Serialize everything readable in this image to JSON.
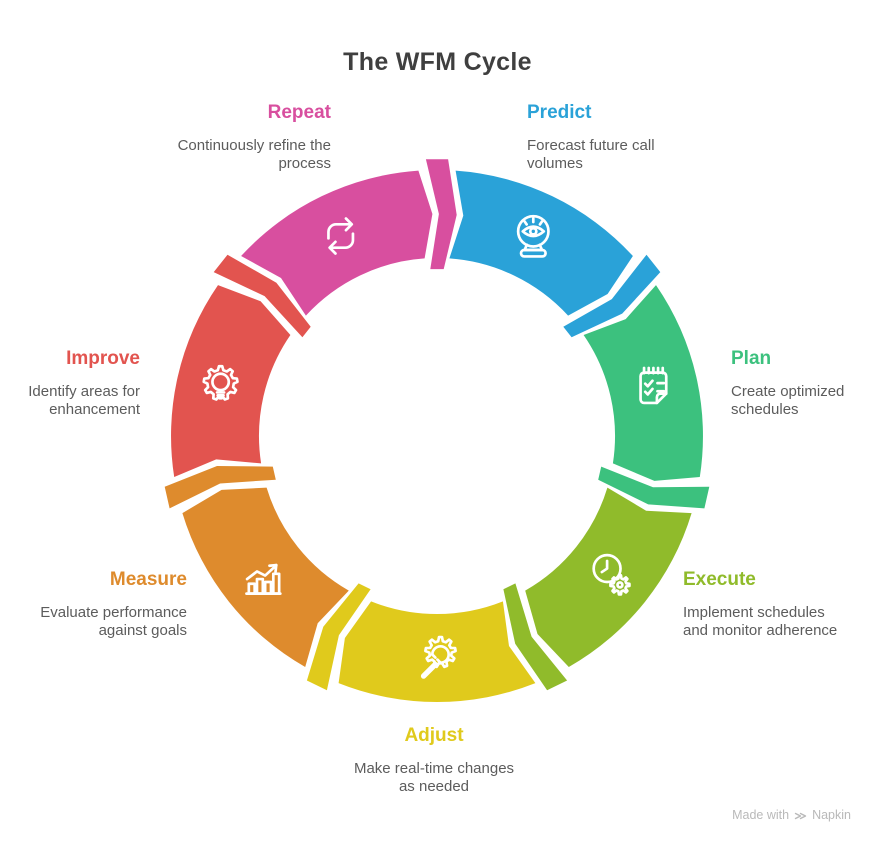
{
  "title": "The WFM Cycle",
  "stages": [
    {
      "id": "predict",
      "label": "Predict",
      "color": "#2aa2d8",
      "icon": "crystal-ball-icon",
      "desc_lines": [
        "Forecast future call",
        "volumes"
      ]
    },
    {
      "id": "plan",
      "label": "Plan",
      "color": "#3cc17e",
      "icon": "notepad-check-icon",
      "desc_lines": [
        "Create optimized",
        "schedules"
      ]
    },
    {
      "id": "execute",
      "label": "Execute",
      "color": "#90bb2b",
      "icon": "clock-gear-icon",
      "desc_lines": [
        "Implement schedules",
        "and monitor adherence"
      ]
    },
    {
      "id": "adjust",
      "label": "Adjust",
      "color": "#e0ca1c",
      "icon": "wrench-gear-icon",
      "desc_lines": [
        "Make real-time changes",
        "as needed"
      ]
    },
    {
      "id": "measure",
      "label": "Measure",
      "color": "#de8b2d",
      "icon": "bar-chart-icon",
      "desc_lines": [
        "Evaluate performance",
        "against goals"
      ]
    },
    {
      "id": "improve",
      "label": "Improve",
      "color": "#e2544f",
      "icon": "bulb-gear-icon",
      "desc_lines": [
        "Identify areas for",
        "enhancement"
      ]
    },
    {
      "id": "repeat",
      "label": "Repeat",
      "color": "#d84f9f",
      "icon": "repeat-icon",
      "desc_lines": [
        "Continuously refine the",
        "process"
      ]
    }
  ],
  "footer": {
    "prefix": "Made with",
    "brand": "Napkin"
  }
}
